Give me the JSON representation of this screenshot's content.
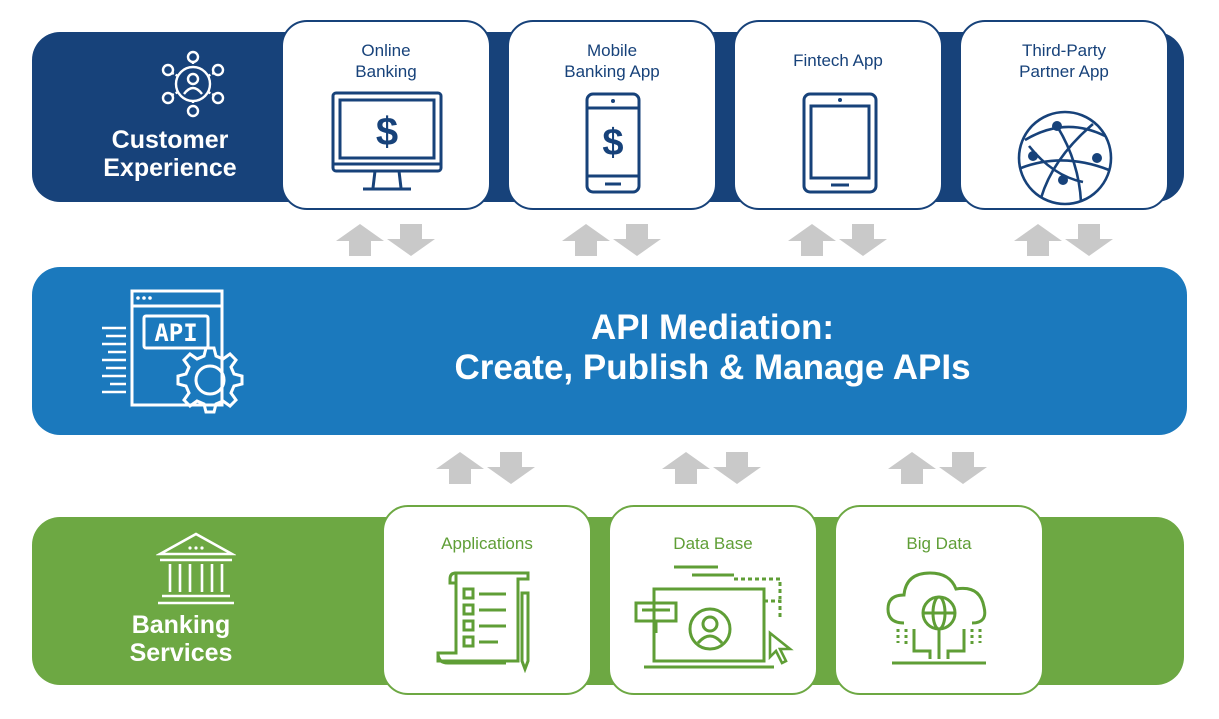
{
  "colors": {
    "top_band": "#17427a",
    "mid_band": "#1b79bd",
    "bottom_band": "#6da843",
    "arrow": "#c9c9c9",
    "card_bg": "#ffffff"
  },
  "customer_experience": {
    "label": "Customer\nExperience",
    "icon": "network-user-icon",
    "channels": [
      {
        "title": "Online\nBanking",
        "icon": "desktop-dollar-icon"
      },
      {
        "title": "Mobile\nBanking App",
        "icon": "mobile-dollar-icon"
      },
      {
        "title": "Fintech App",
        "icon": "tablet-icon"
      },
      {
        "title": "Third-Party\nPartner App",
        "icon": "globe-network-icon"
      }
    ]
  },
  "api_mediation": {
    "title": "API Mediation:\nCreate, Publish & Manage APIs",
    "icon_text": "API",
    "icon": "api-gear-icon"
  },
  "banking_services": {
    "label": "Banking\nServices",
    "icon": "bank-building-icon",
    "services": [
      {
        "title": "Applications",
        "icon": "document-checklist-icon"
      },
      {
        "title": "Data Base",
        "icon": "database-screen-icon"
      },
      {
        "title": "Big Data",
        "icon": "cloud-globe-icon"
      }
    ]
  }
}
